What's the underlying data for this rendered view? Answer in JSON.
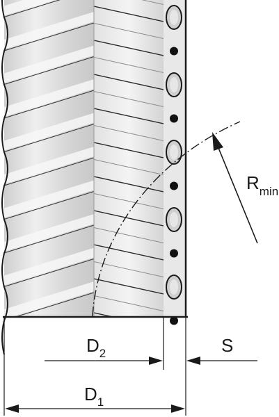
{
  "labels": {
    "d1": {
      "main": "D",
      "sub": "1"
    },
    "d2": {
      "main": "D",
      "sub": "2"
    },
    "s": "S",
    "rmin": {
      "main": "R",
      "sub": "min"
    }
  },
  "colors": {
    "hose_fill": "#d9d9d9",
    "hose_highlight": "#f2f2f2",
    "hose_shadow": "#bdbdbd",
    "outline": "#1a1a1a",
    "background": "#ffffff"
  }
}
